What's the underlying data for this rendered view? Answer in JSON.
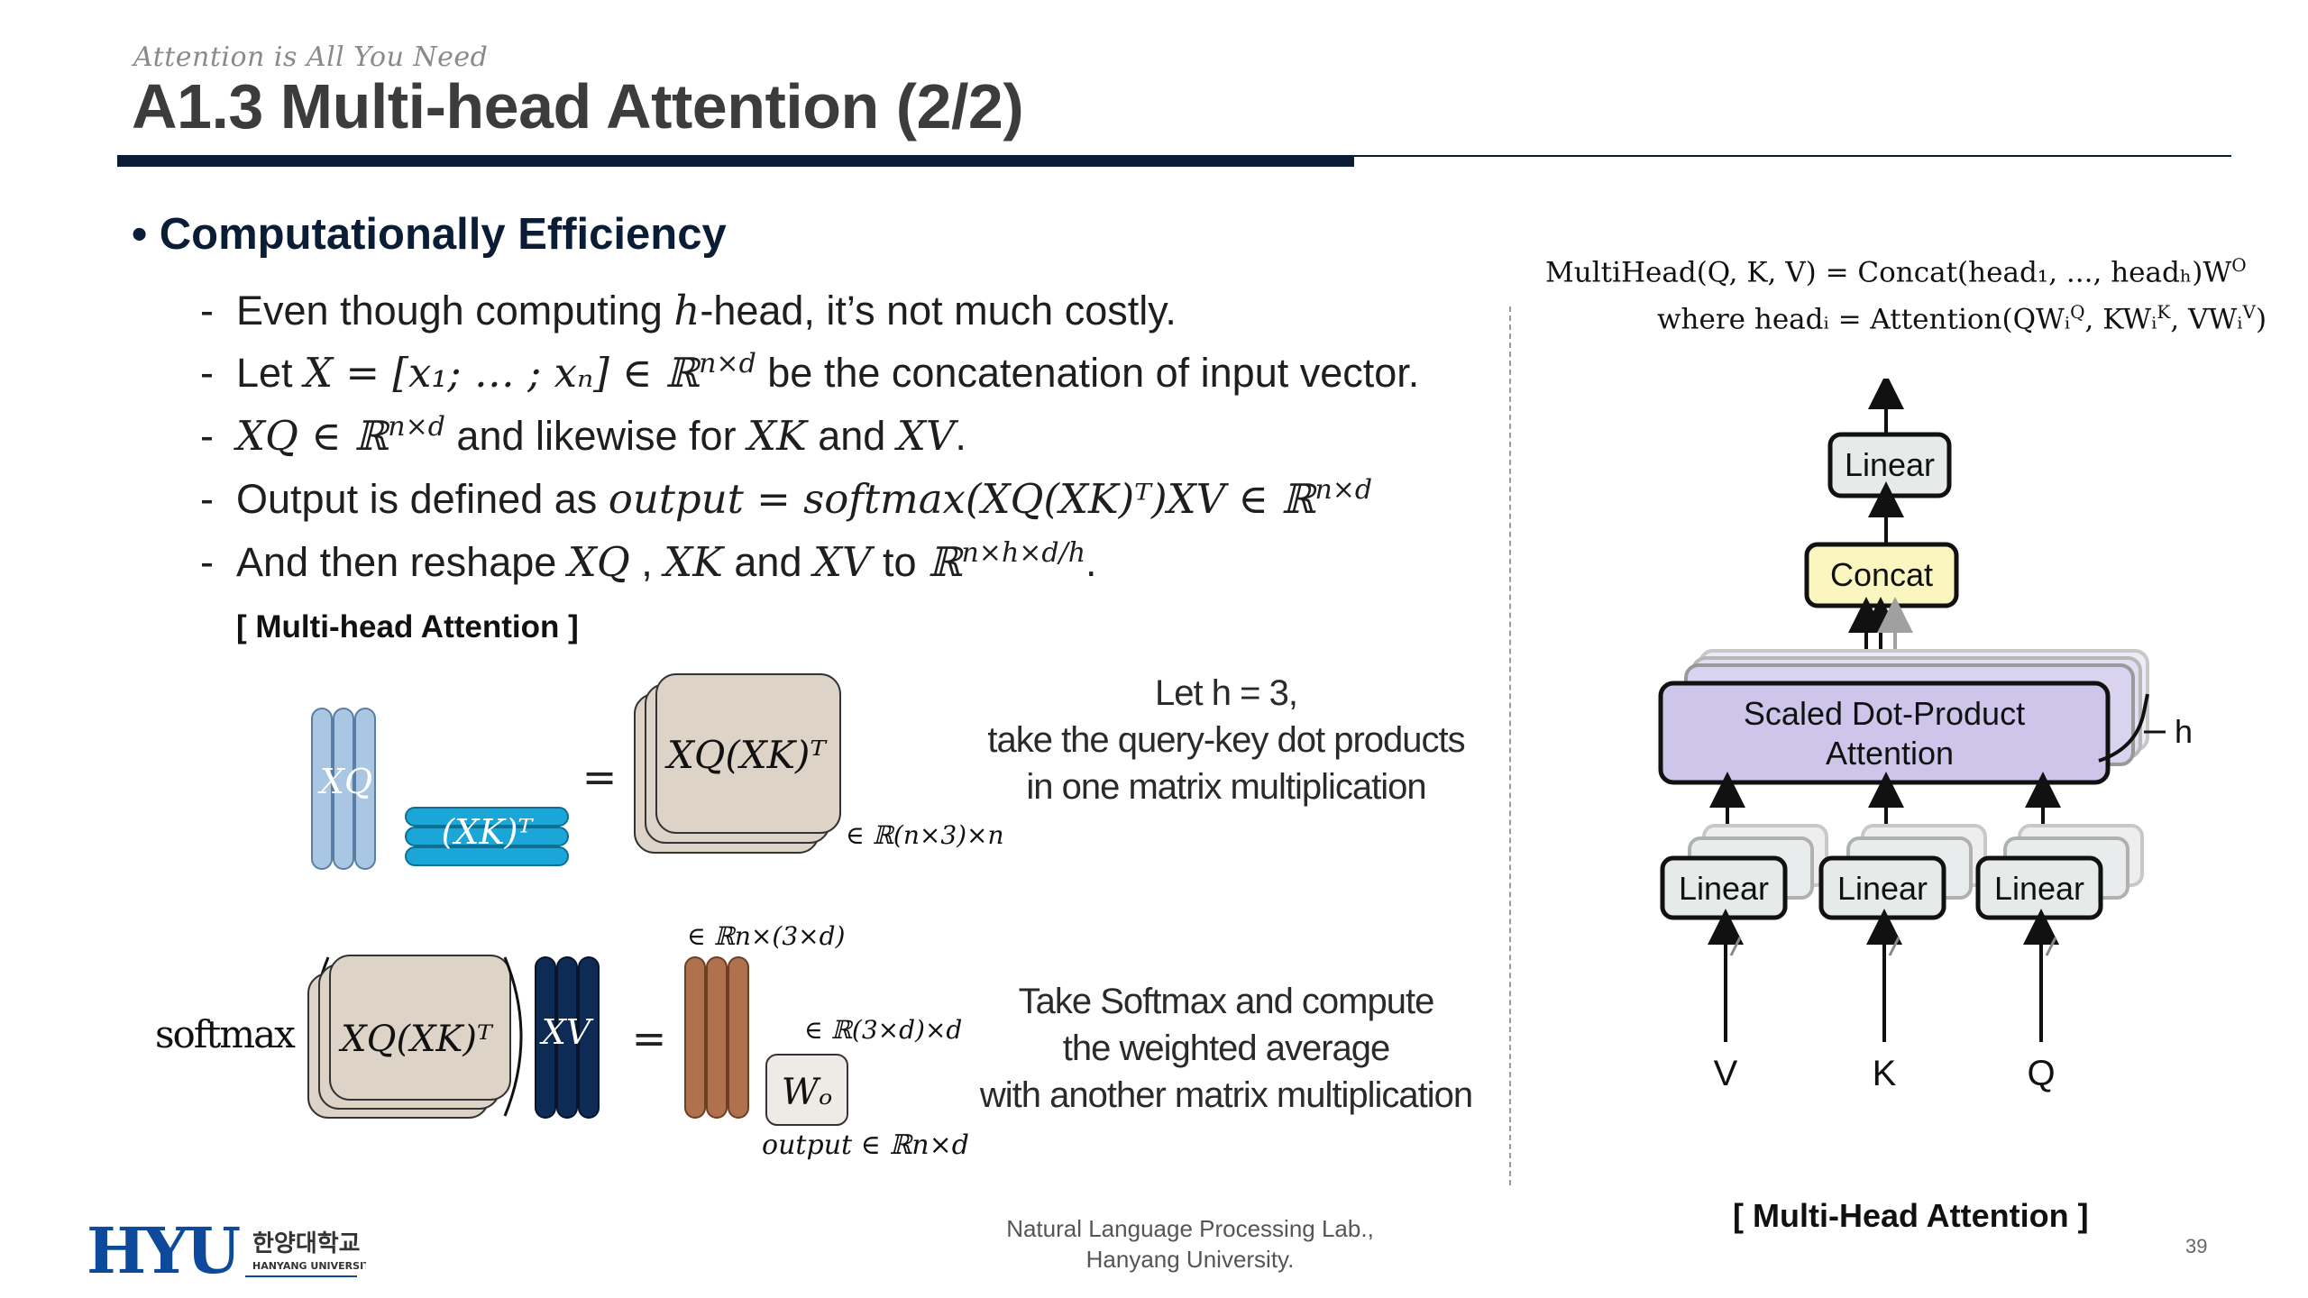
{
  "header": {
    "subtitle": "Attention is All You Need",
    "title": "A1.3 Multi-head Attention (2/2)"
  },
  "content": {
    "heading": "Computationally Efficiency",
    "bullets": {
      "b1_pre": "Even though computing ",
      "b1_math": "h",
      "b1_post": "-head, it’s not much costly.",
      "b2_pre": "Let ",
      "b2_math": "X = [x₁; … ; xₙ] ∈ ℝ",
      "b2_sup": "n×d",
      "b2_post": " be the concatenation of input vector.",
      "b3_math": "XQ ∈ ℝ",
      "b3_sup": "n×d",
      "b3_mid": " and likewise for ",
      "b3_xk": "XK",
      "b3_and": " and ",
      "b3_xv": "XV",
      "b3_end": ".",
      "b4_pre": "Output is defined as ",
      "b4_math": "output = softmax(XQ(XK)ᵀ)XV ∈ ℝ",
      "b4_sup": "n×d",
      "b5_pre": "And then reshape ",
      "b5_math": "XQ",
      "b5_sep1": " , ",
      "b5_xk": "XK",
      "b5_and": " and ",
      "b5_xv": "XV",
      "b5_to": " to ",
      "b5_r": "ℝ",
      "b5_sup": "n×h×d/h",
      "b5_end": "."
    },
    "section_label": "[ Multi-head Attention ]",
    "diagram_top": {
      "xq_label": "XQ",
      "xkt_label": "(XK)ᵀ",
      "eq": "=",
      "result_label": "XQ(XK)ᵀ",
      "dim_label": "∈ ℝ(n×3)×n",
      "caption_line1": "Let h = 3,",
      "caption_line2": "take the query-key dot products",
      "caption_line3": "in one matrix multiplication"
    },
    "diagram_bottom": {
      "softmax": "softmax",
      "result_label": "XQ(XK)ᵀ",
      "xv_label": "XV",
      "eq": "=",
      "dim_top": "∈ ℝn×(3×d)",
      "dim_wo": "∈ ℝ(3×d)×d",
      "wo_label": "Wₒ",
      "output_label": "output ∈ ℝn×d",
      "caption_line1": "Take Softmax and compute",
      "caption_line2": "the weighted average",
      "caption_line3": "with another matrix multiplication"
    }
  },
  "figure": {
    "formula1": "MultiHead(Q, K, V) = Concat(head₁, ..., headₕ)W",
    "formula1_sup": "O",
    "formula2": "where headᵢ = Attention(QWᵢ",
    "formula2_q": "Q",
    "formula2_mid": ", KWᵢ",
    "formula2_k": "K",
    "formula2_mid2": ", VWᵢ",
    "formula2_v": "V",
    "formula2_end": ")",
    "linear_top": "Linear",
    "concat": "Concat",
    "sdpa_line1": "Scaled Dot-Product",
    "sdpa_line2": "Attention",
    "h_label": "h",
    "linear_v": "Linear",
    "linear_k": "Linear",
    "linear_q": "Linear",
    "input_v": "V",
    "input_k": "K",
    "input_q": "Q",
    "caption": "[ Multi-Head Attention ]"
  },
  "footer": {
    "lab_line1": "Natural Language Processing Lab.,",
    "lab_line2": "Hanyang University.",
    "page_number": "39",
    "logo_letters": "HYU",
    "logo_korean": "한양대학교",
    "logo_english": "HANYANG UNIVERSITY"
  },
  "colors": {
    "navy": "#0b1d36",
    "light_blue": "#a9c6e3",
    "cyan": "#1aa7d8",
    "beige": "#ddd3c6",
    "dark_navy": "#0d2b55",
    "brown": "#b0714f",
    "concat_yellow": "#fbf5c0",
    "sdpa_purple": "#cdc5ea",
    "linear_gray": "#e6ebea"
  }
}
